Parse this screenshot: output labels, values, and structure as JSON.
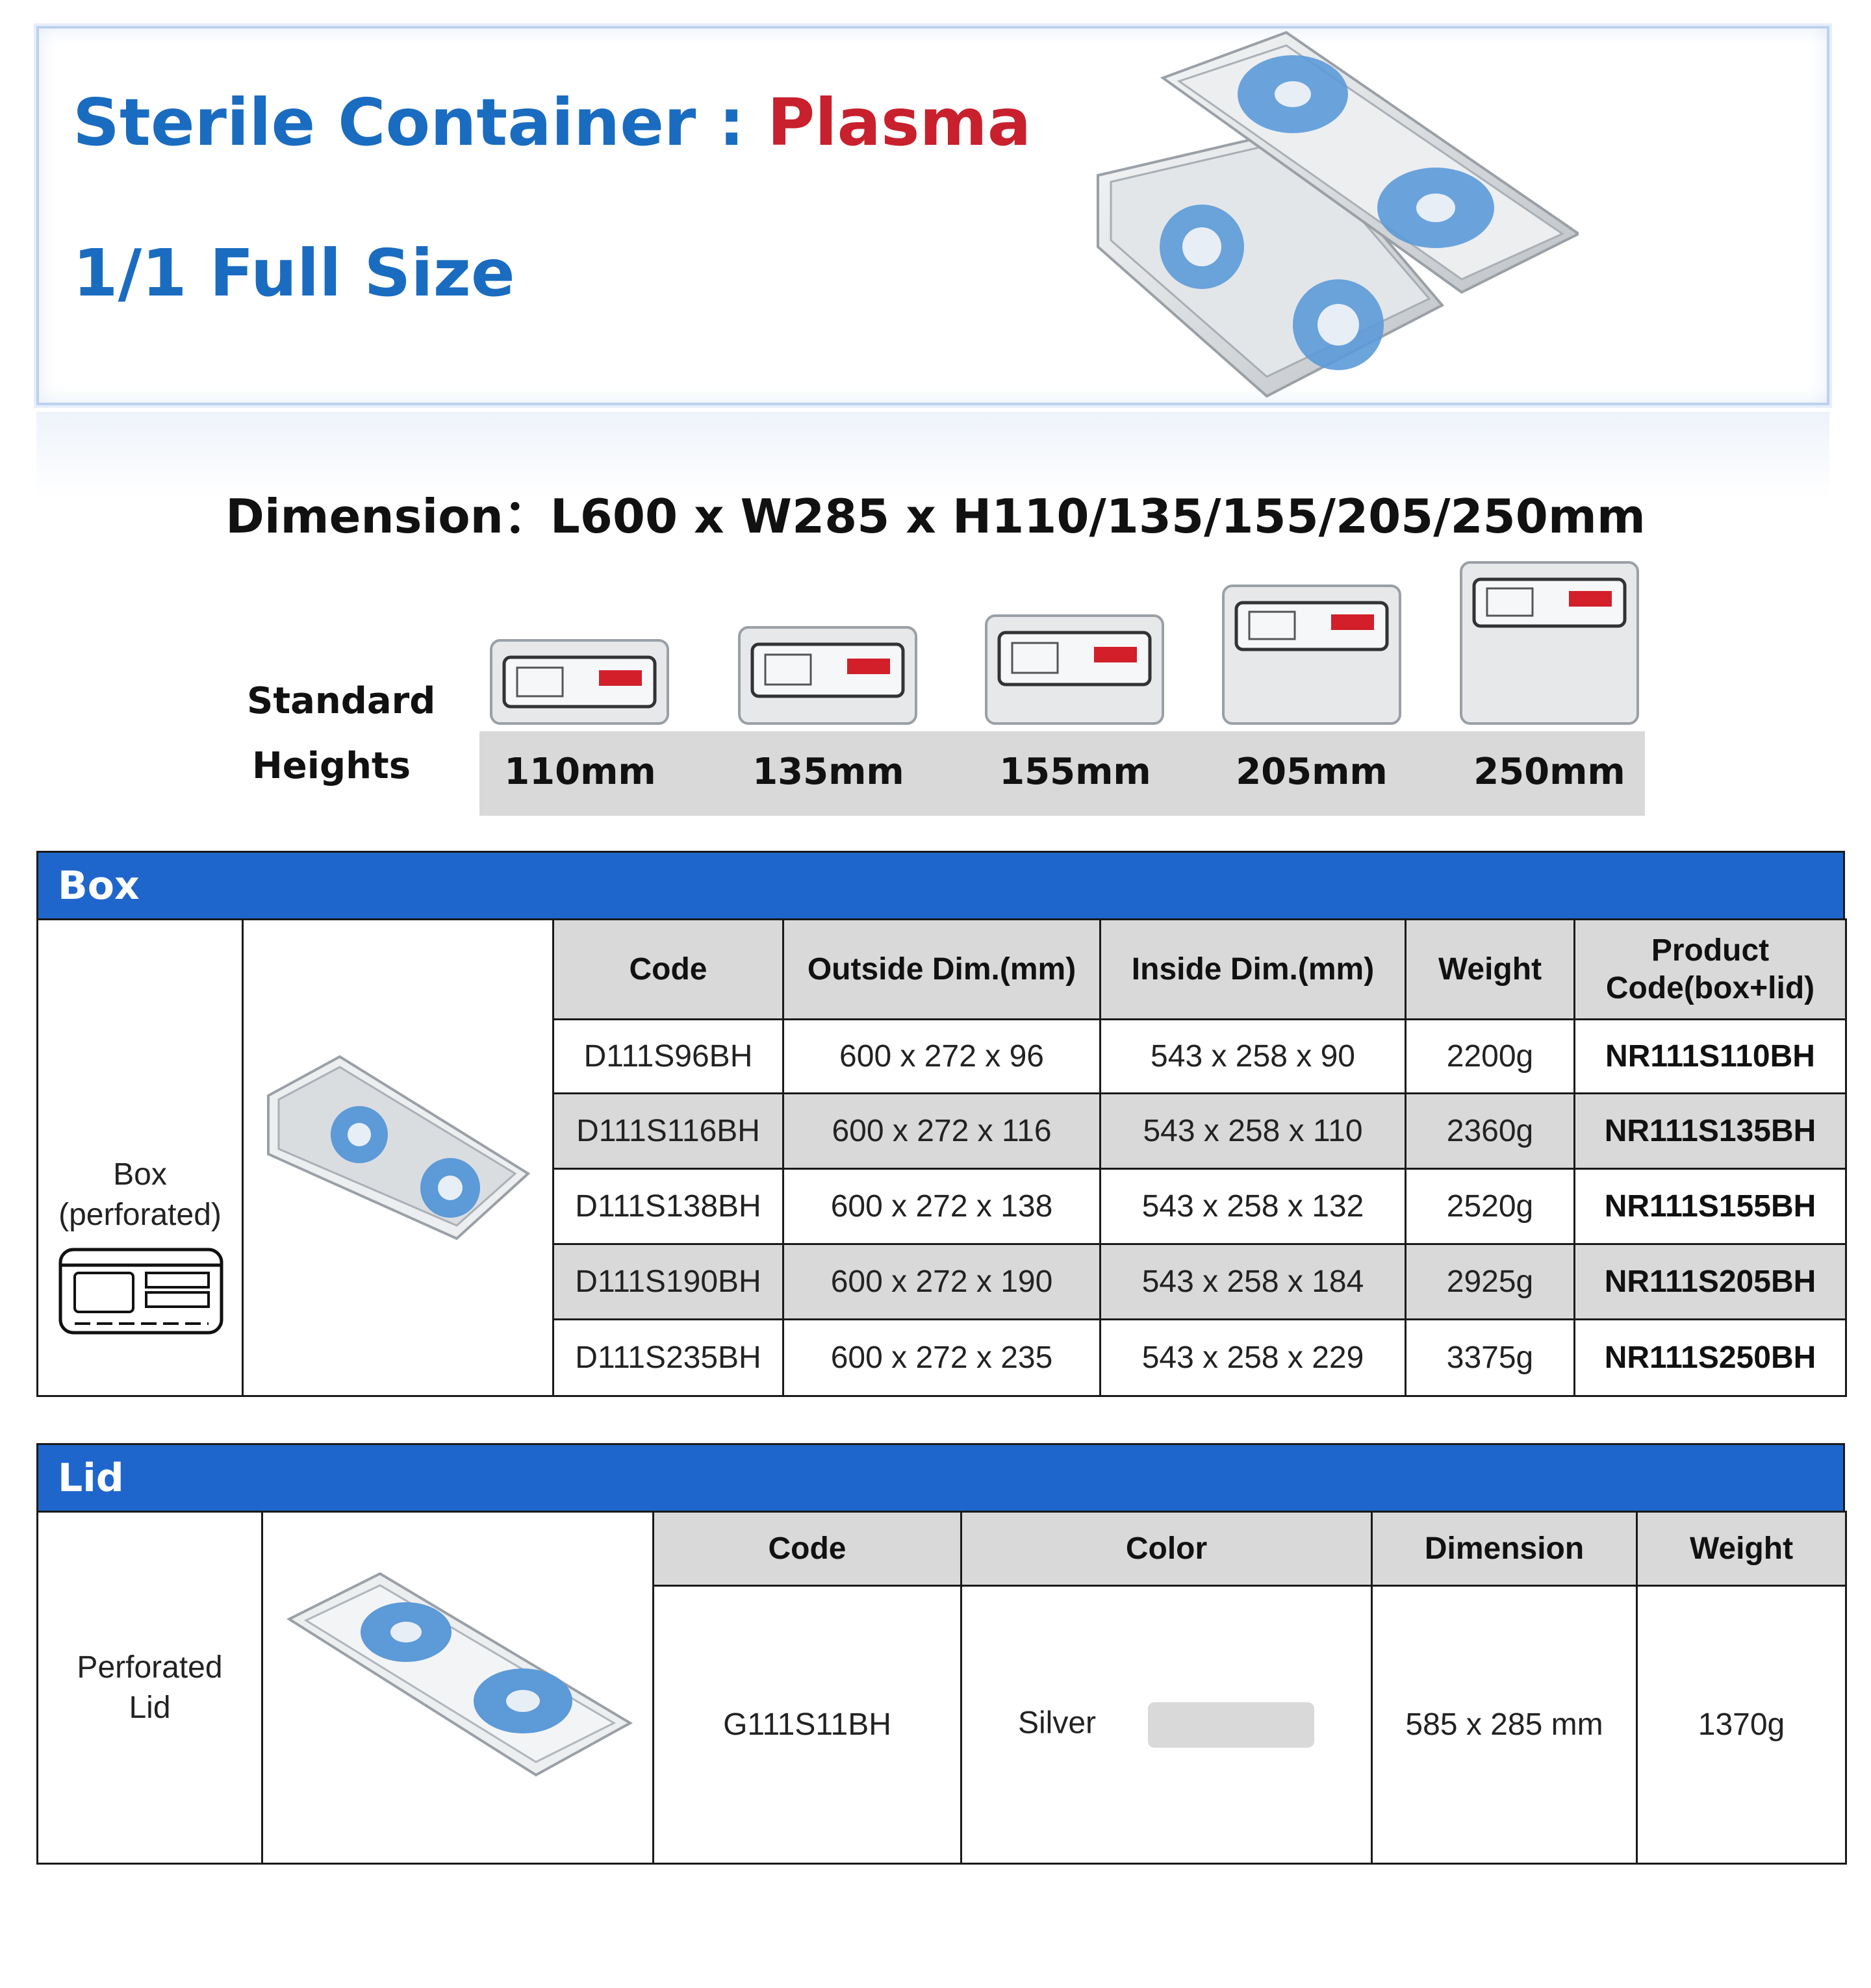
{
  "header": {
    "title_prefix": "Sterile Container : ",
    "title_accent": "Plasma",
    "subtitle": "1/1 Full Size",
    "dimension": "Dimension：L600 x W285 x H110/135/155/205/250mm",
    "colors": {
      "title": "#1a6cc0",
      "accent": "#c8202d"
    }
  },
  "standard_heights": {
    "label_line1": "Standard",
    "label_line2": "Heights",
    "items": [
      {
        "label": "110mm"
      },
      {
        "label": "135mm"
      },
      {
        "label": "155mm"
      },
      {
        "label": "205mm"
      },
      {
        "label": "250mm"
      }
    ]
  },
  "box_section": {
    "title": "Box",
    "row_label_line1": "Box",
    "row_label_line2": "(perforated)",
    "columns": [
      "Code",
      "Outside Dim.(mm)",
      "Inside Dim.(mm)",
      "Weight",
      "Product Code(box+lid)"
    ],
    "rows": [
      {
        "code": "D111S96BH",
        "outside": "600 x 272 x 96",
        "inside": "543 x 258 x 90",
        "weight": "2200g",
        "product": "NR111S110BH"
      },
      {
        "code": "D111S116BH",
        "outside": "600 x 272 x 116",
        "inside": "543 x 258 x 110",
        "weight": "2360g",
        "product": "NR111S135BH"
      },
      {
        "code": "D111S138BH",
        "outside": "600 x 272 x 138",
        "inside": "543 x 258 x 132",
        "weight": "2520g",
        "product": "NR111S155BH"
      },
      {
        "code": "D111S190BH",
        "outside": "600 x 272 x 190",
        "inside": "543 x 258 x 184",
        "weight": "2925g",
        "product": "NR111S205BH"
      },
      {
        "code": "D111S235BH",
        "outside": "600 x 272 x 235",
        "inside": "543 x 258 x 229",
        "weight": "3375g",
        "product": "NR111S250BH"
      }
    ]
  },
  "lid_section": {
    "title": "Lid",
    "row_label_line1": "Perforated",
    "row_label_line2": "Lid",
    "columns": [
      "Code",
      "Color",
      "Dimension",
      "Weight"
    ],
    "row": {
      "code": "G111S11BH",
      "color": "Silver",
      "dimension": "585 x 285 mm",
      "weight": "1370g"
    },
    "swatch_color": "#d9d9d9"
  }
}
